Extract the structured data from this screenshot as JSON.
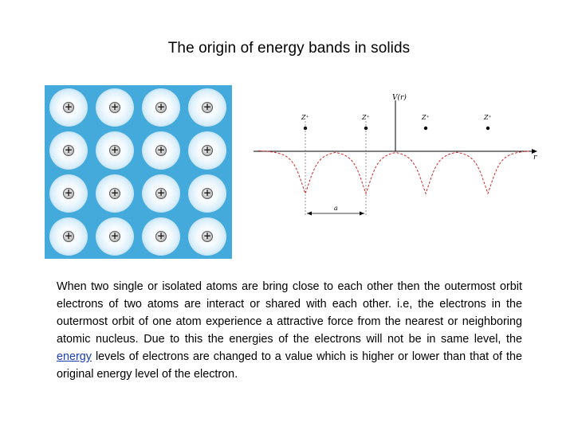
{
  "title": "The origin of energy bands in solids",
  "lattice": {
    "rows": 4,
    "cols": 4,
    "charge_symbol": "+"
  },
  "potential_plot": {
    "y_label": "V(r)",
    "x_label": "r",
    "ion_labels": [
      "Z⁺",
      "Z⁺",
      "Z⁺",
      "Z⁺"
    ],
    "spacing_label": "a"
  },
  "description": {
    "part1": "When two single or isolated atoms are bring close to each other then the outermost orbit electrons of two atoms are interact or shared with each other. i.e, the electrons in the outermost orbit of one atom experience a attractive force from the nearest or neighboring atomic nucleus. Due to this the energies of the electrons will not be in same level, the ",
    "link": "energy",
    "part2": " levels of electrons are changed to a value which is higher or lower than that of the original energy level of the electron."
  },
  "colors": {
    "lattice_bg": "#44aadb",
    "curve": "#cc2a2a",
    "link": "#1a3fb0"
  }
}
